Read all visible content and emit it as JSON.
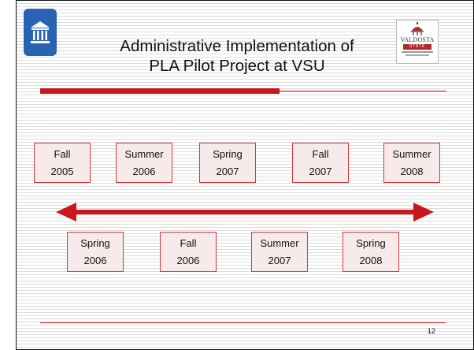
{
  "slide": {
    "title_line1": "Administrative Implementation of",
    "title_line2": "PLA Pilot Project at VSU",
    "page_number": "12",
    "logo_right_text": "VALDOSTA",
    "logo_right_band": "STATE",
    "accent_color": "#c8181e",
    "left_logo_icon": "government-building-seal-icon",
    "right_logo_icon": "university-dome-logo-icon"
  },
  "timeline_top": [
    {
      "term": "Fall",
      "year": "2005"
    },
    {
      "term": "Summer",
      "year": "2006"
    },
    {
      "term": "Spring",
      "year": "2007"
    },
    {
      "term": "Fall",
      "year": "2007"
    },
    {
      "term": "Summer",
      "year": "2008"
    }
  ],
  "timeline_bottom": [
    {
      "term": "Spring",
      "year": "2006"
    },
    {
      "term": "Fall",
      "year": "2006"
    },
    {
      "term": "Summer",
      "year": "2007"
    },
    {
      "term": "Spring",
      "year": "2008"
    }
  ]
}
